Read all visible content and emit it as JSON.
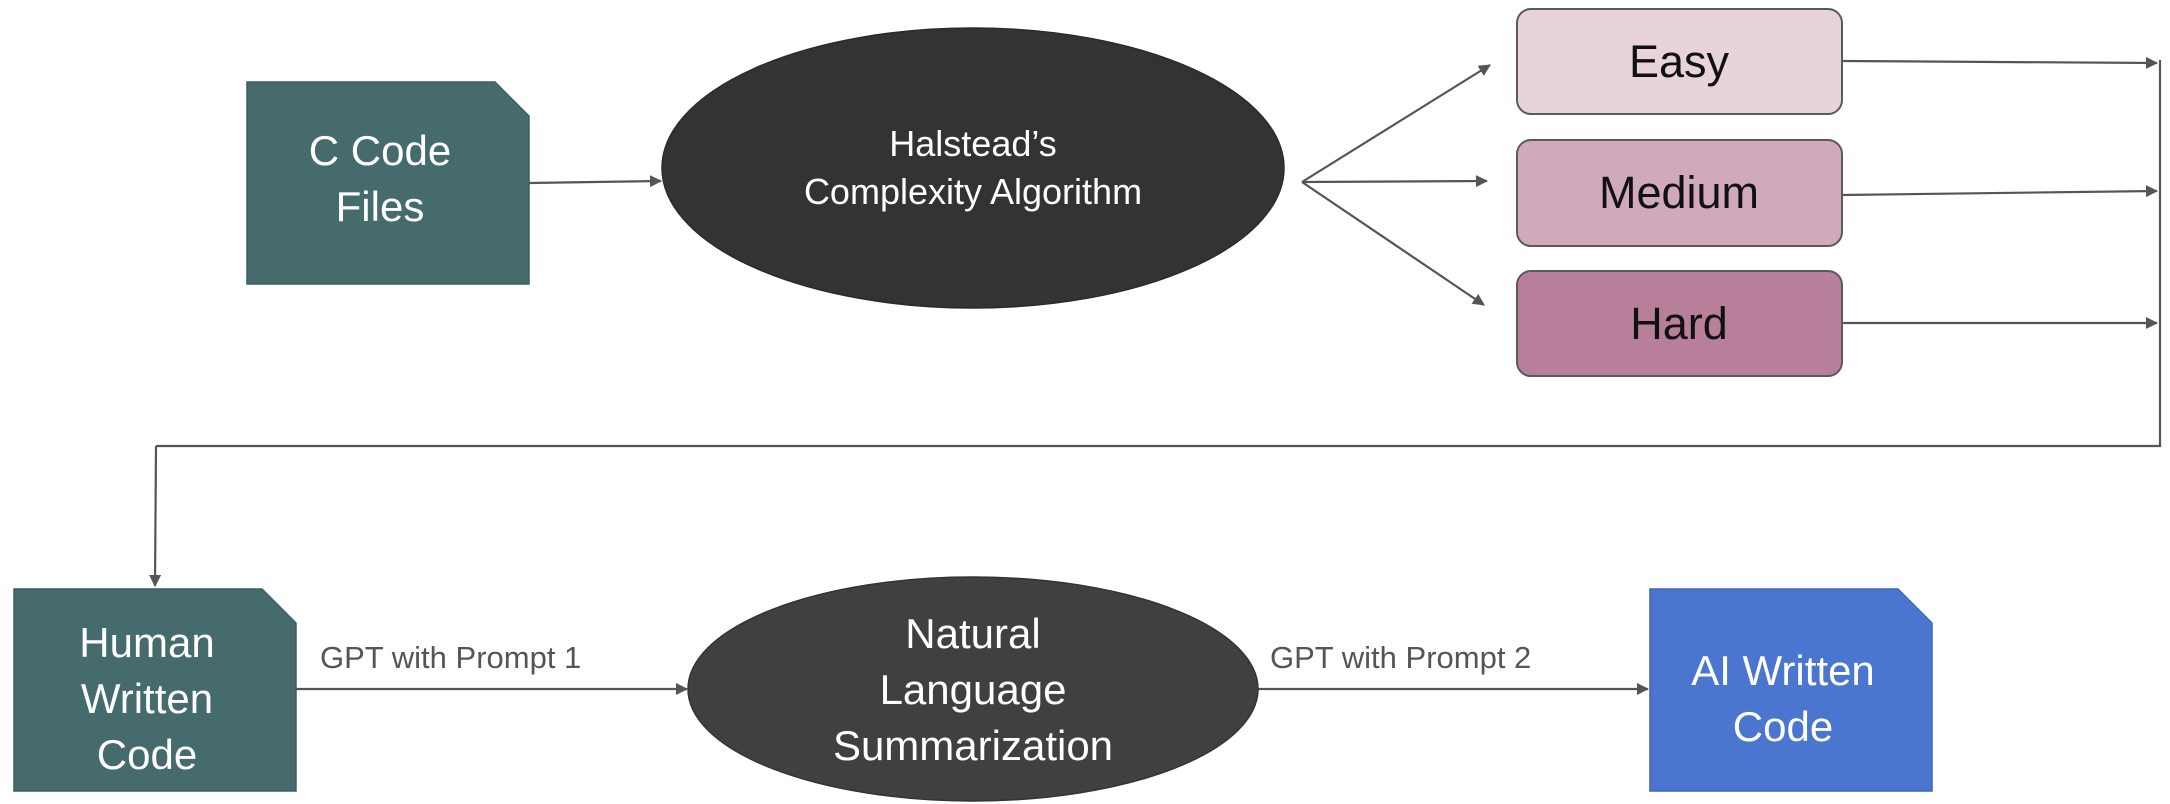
{
  "nodes": {
    "c_code_files": {
      "line1": "C Code",
      "line2": "Files",
      "color": "#466B6D"
    },
    "halstead": {
      "line1": "Halstead’s",
      "line2": "Complexity Algorithm",
      "color": "#333333"
    },
    "easy": {
      "label": "Easy",
      "color": "#E8D3DB"
    },
    "medium": {
      "label": "Medium",
      "color": "#D0A9BC"
    },
    "hard": {
      "label": "Hard",
      "color": "#B87F9A"
    },
    "human_code": {
      "line1": "Human",
      "line2": "Written",
      "line3": "Code",
      "color": "#466B6D"
    },
    "nl_summary": {
      "line1": "Natural",
      "line2": "Language",
      "line3": "Summarization",
      "color": "#404040"
    },
    "ai_code": {
      "line1": "AI Written",
      "line2": "Code",
      "color": "#4A76D0"
    }
  },
  "edges": {
    "prompt1_label": "GPT with Prompt 1",
    "prompt2_label": "GPT with Prompt 2",
    "line_color": "#555555"
  }
}
